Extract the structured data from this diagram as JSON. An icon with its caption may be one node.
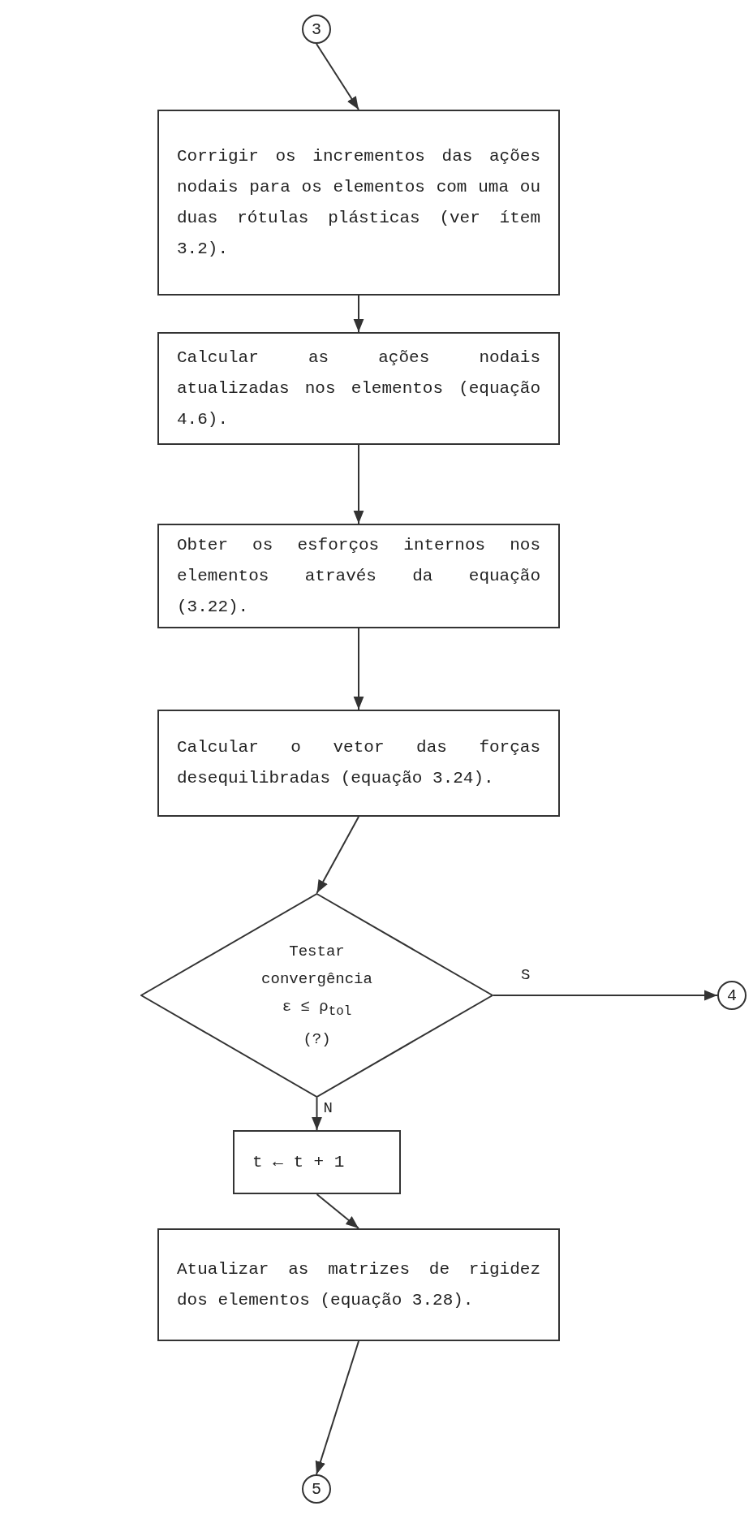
{
  "diagram": {
    "nodes": [
      {
        "text": [
          "3"
        ]
      },
      {
        "text": [
          "Corrigir os incrementos das ações nodais para os elementos com uma ou duas rótulas plásticas (ver ítem 3.2)."
        ]
      },
      {
        "text": [
          "Calcular as ações nodais atualizadas nos elementos (equação 4.6)."
        ]
      },
      {
        "text": [
          "Obter os esforços internos nos elementos através da equação (3.22)."
        ]
      },
      {
        "text": [
          "Calcular o vetor das forças desequilibradas (equação 3.24)."
        ]
      },
      {
        "text": [
          "Testar convergência",
          "ε ≤ ρ$_{tol}$ (?)"
        ]
      },
      {
        "text": [
          "4"
        ]
      },
      {
        "text": [
          "t ← t + 1"
        ]
      },
      {
        "text": [
          "Atualizar as matrizes de rigidez dos elementos (equação 3.28)."
        ]
      },
      {
        "text": [
          "5"
        ]
      }
    ],
    "edges": [
      {
        "from": 0,
        "to": 1,
        "arrow": "to"
      },
      {
        "from": 1,
        "to": 2,
        "arrow": "to"
      },
      {
        "from": 2,
        "to": 3,
        "arrow": "to"
      },
      {
        "from": 3,
        "to": 4,
        "arrow": "to"
      },
      {
        "from": 4,
        "to": 5,
        "arrow": "to"
      },
      {
        "from": 5,
        "to": 6,
        "label": "S",
        "arrow": "to"
      },
      {
        "from": 5,
        "to": 7,
        "label": "N",
        "arrow": "to"
      },
      {
        "from": 7,
        "to": 8,
        "arrow": "to"
      },
      {
        "from": 8,
        "to": 9,
        "arrow": "to"
      }
    ]
  }
}
